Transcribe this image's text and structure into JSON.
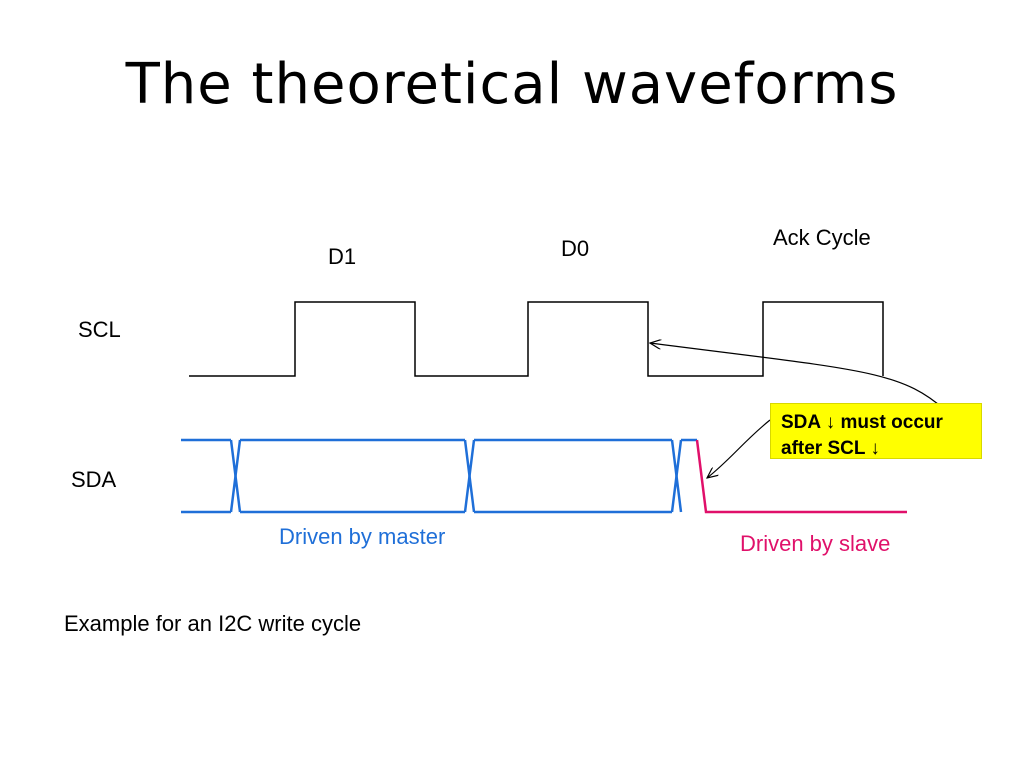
{
  "slide": {
    "title": "The theoretical waveforms",
    "caption": "Example for an I2C write cycle"
  },
  "bits": {
    "d1": "D1",
    "d0": "D0",
    "ack": "Ack Cycle"
  },
  "signals": {
    "scl": "SCL",
    "sda": "SDA"
  },
  "regions": {
    "master": "Driven by master",
    "slave": "Driven by slave"
  },
  "callout": {
    "line1": "SDA ↓ must occur",
    "line2": "after SCL ↓"
  },
  "colors": {
    "scl_line": "#000000",
    "sda_master": "#1f6fd8",
    "sda_slave": "#e0106a",
    "callout_bg": "#ffff00",
    "master_text": "#1f6fd8",
    "slave_text": "#e0106a"
  }
}
